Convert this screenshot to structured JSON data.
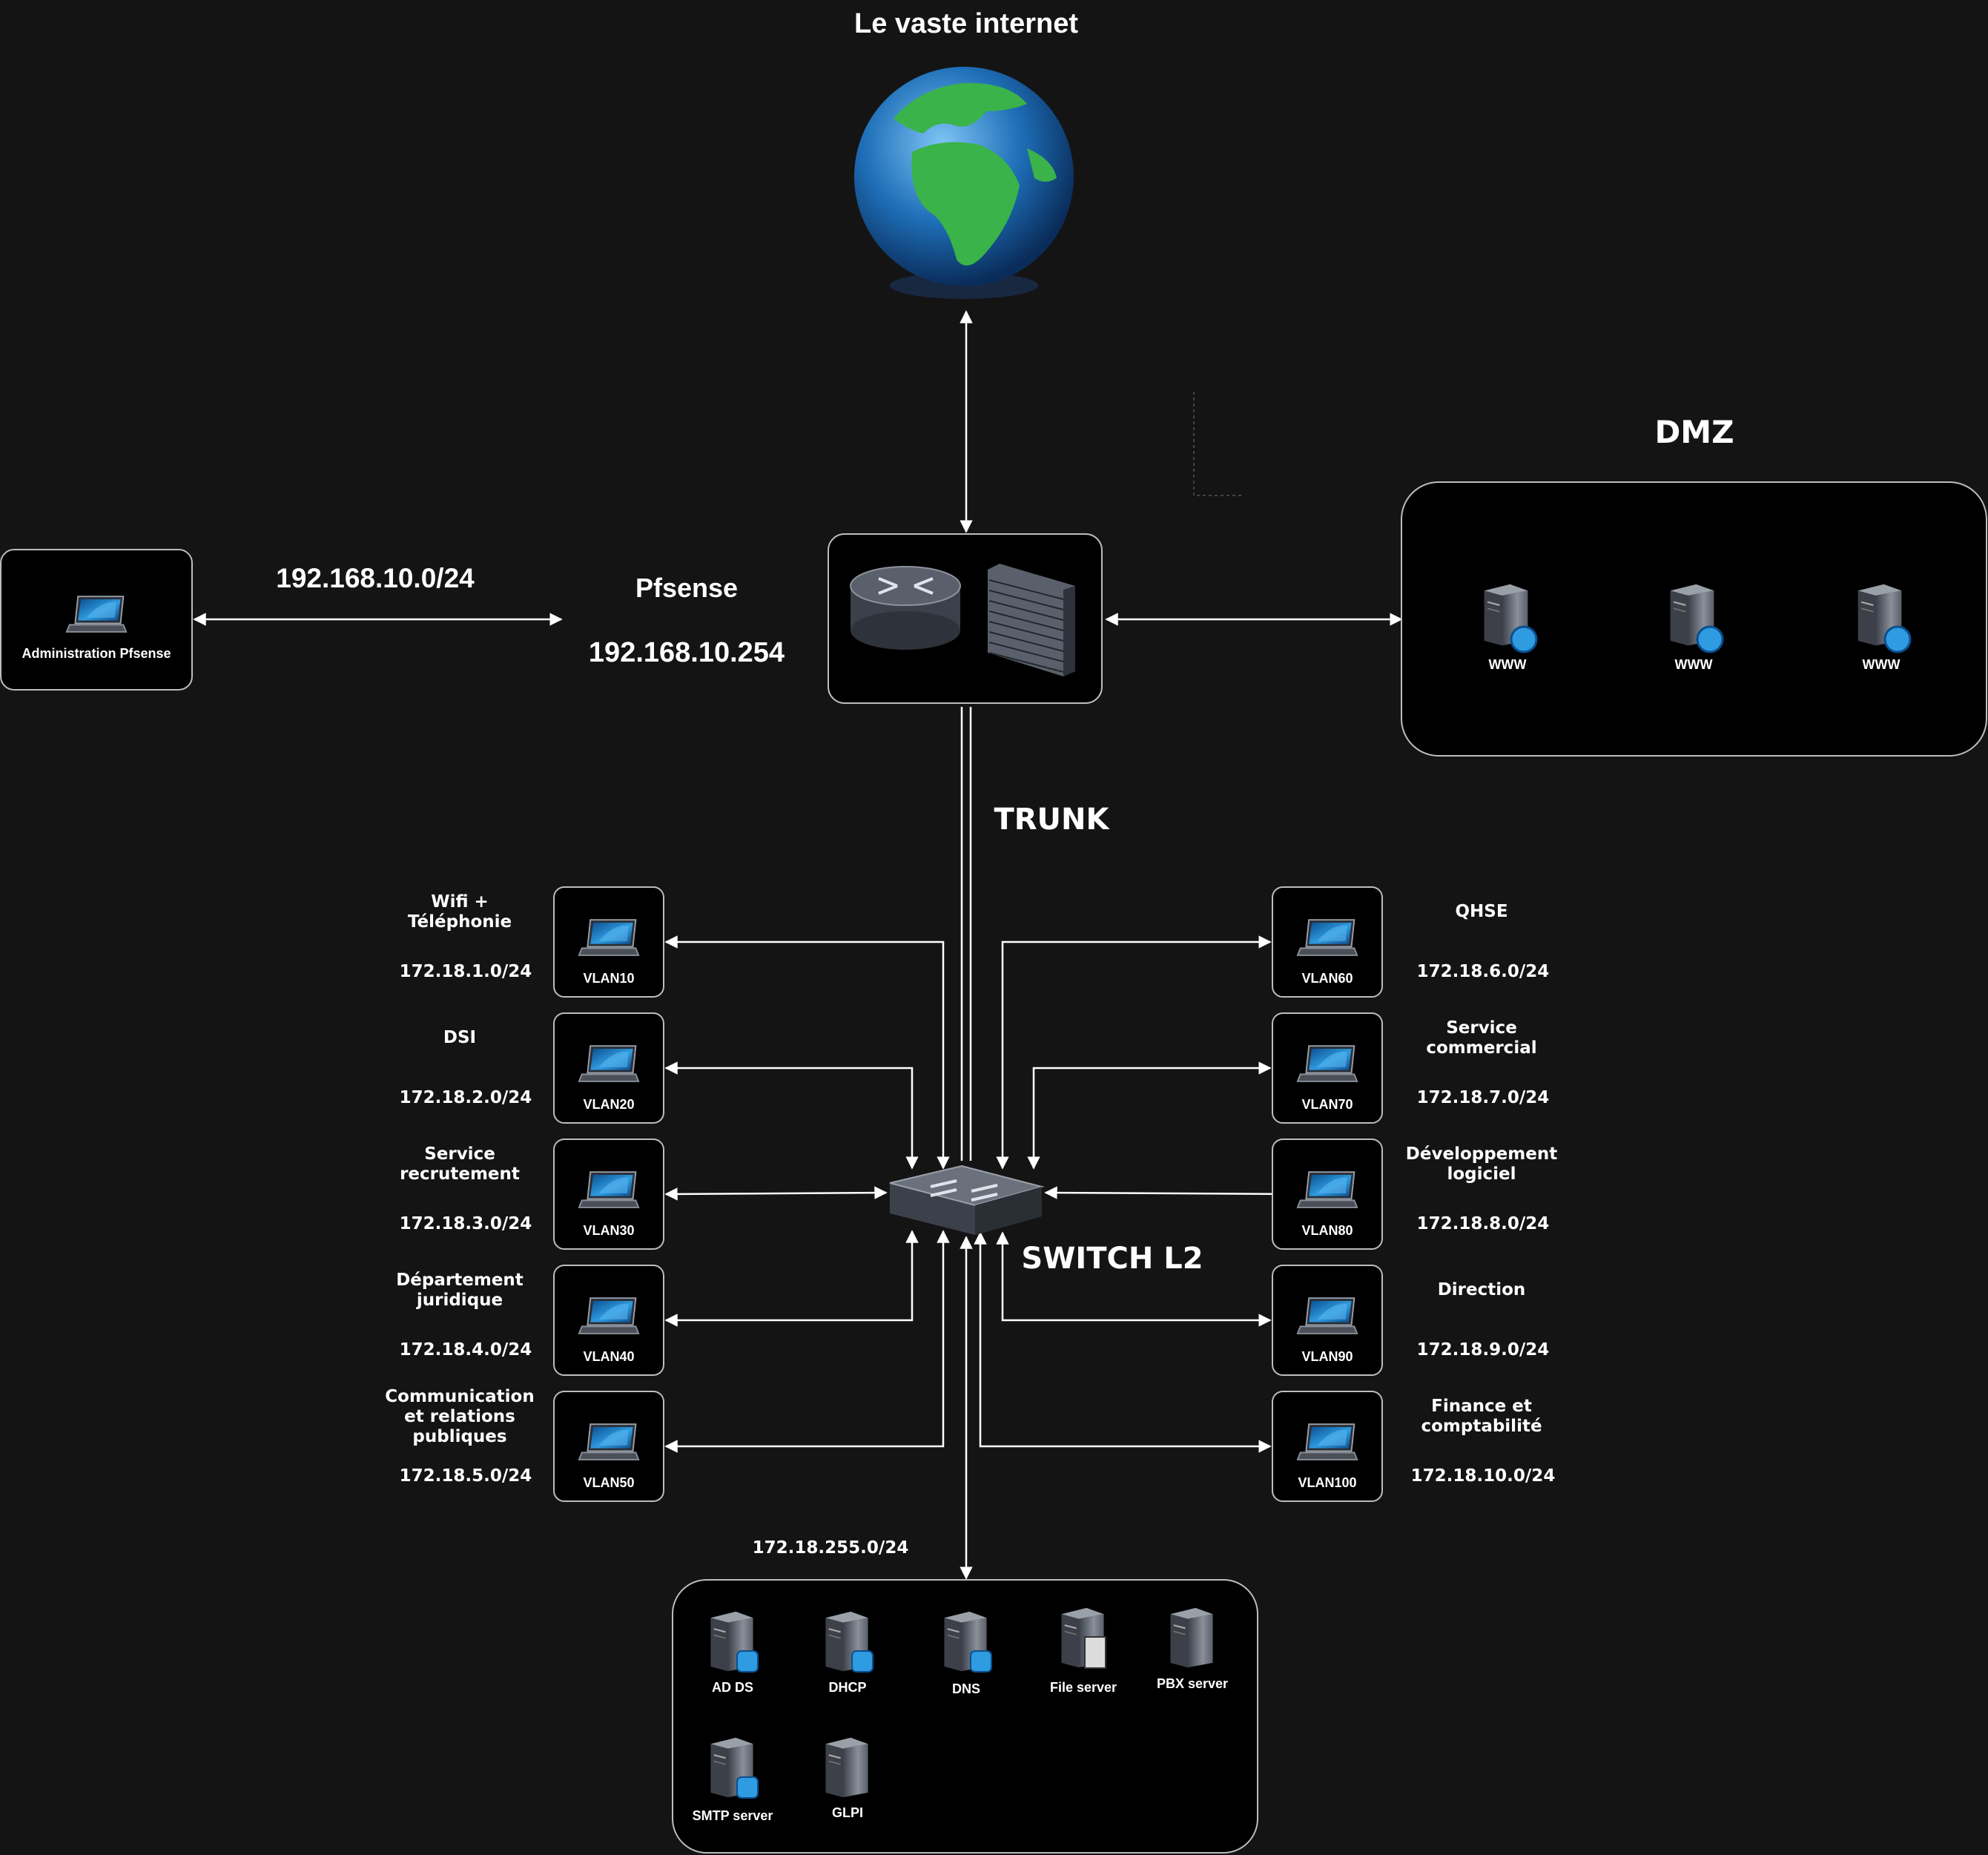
{
  "colors": {
    "background": "#141414",
    "node_fill": "#000000",
    "node_stroke": "#bdbdbd",
    "connector": "#ffffff",
    "accent_blue": "#2f9be0",
    "globe_land": "#3ab34a",
    "globe_ocean": "#1e6fb8"
  },
  "internet": {
    "title": "Le vaste internet",
    "icon": "globe-icon"
  },
  "admin": {
    "label": "Administration Pfsense",
    "network": "192.168.10.0/24",
    "icon": "laptop-icon"
  },
  "pfsense": {
    "name": "Pfsense",
    "ip": "192.168.10.254",
    "icons": [
      "router-icon",
      "firewall-icon"
    ]
  },
  "dmz": {
    "title": "DMZ",
    "servers": [
      "WWW",
      "WWW",
      "WWW"
    ],
    "icon": "web-server-icon"
  },
  "trunk_label": "TRUNK",
  "switch_label": "SWITCH L2",
  "vlans_left": [
    {
      "vlan": "VLAN10",
      "name": "Wifi + Téléphonie",
      "subnet": "172.18.1.0/24"
    },
    {
      "vlan": "VLAN20",
      "name": "DSI",
      "subnet": "172.18.2.0/24"
    },
    {
      "vlan": "VLAN30",
      "name": "Service recrutement",
      "subnet": "172.18.3.0/24"
    },
    {
      "vlan": "VLAN40",
      "name": "Département juridique",
      "subnet": "172.18.4.0/24"
    },
    {
      "vlan": "VLAN50",
      "name": "Communication et relations publiques",
      "subnet": "172.18.5.0/24"
    }
  ],
  "vlans_right": [
    {
      "vlan": "VLAN60",
      "name": "QHSE",
      "subnet": "172.18.6.0/24"
    },
    {
      "vlan": "VLAN70",
      "name": "Service commercial",
      "subnet": "172.18.7.0/24"
    },
    {
      "vlan": "VLAN80",
      "name": "Développement logiciel",
      "subnet": "172.18.8.0/24"
    },
    {
      "vlan": "VLAN90",
      "name": "Direction",
      "subnet": "172.18.9.0/24"
    },
    {
      "vlan": "VLAN100",
      "name": "Finance et comptabilité",
      "subnet": "172.18.10.0/24"
    }
  ],
  "servers": {
    "subnet": "172.18.255.0/24",
    "items": [
      "AD DS",
      "DHCP",
      "DNS",
      "File server",
      "PBX server",
      "SMTP server",
      "GLPI"
    ]
  }
}
